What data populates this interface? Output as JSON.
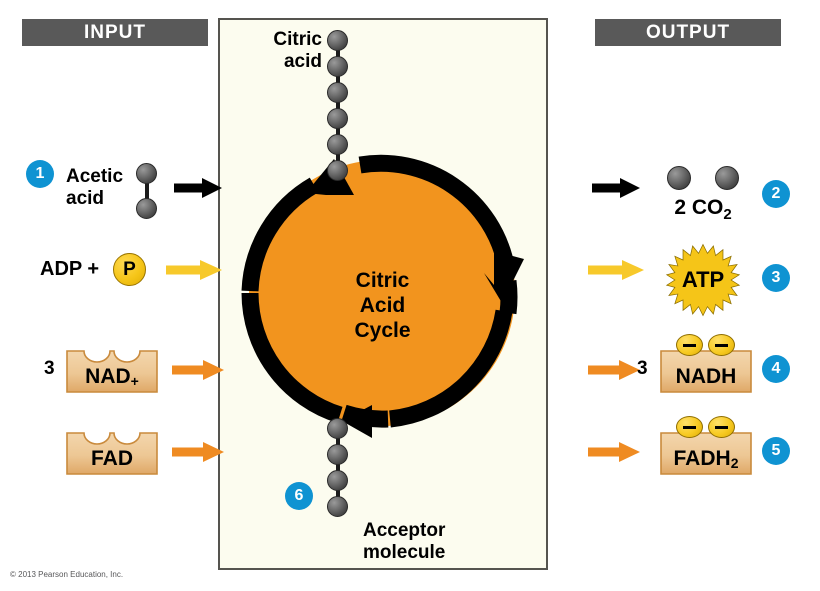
{
  "figure": {
    "center_panel_label": "Citric\nAcid\nCycle",
    "copyright": "© 2013 Pearson Education, Inc."
  },
  "headers": {
    "input": "INPUT",
    "output": "OUTPUT"
  },
  "colors": {
    "header_bar": "#595959",
    "cycle_orange": "#f2941e",
    "badge_blue": "#0f93d2",
    "panel_background": "#fcfcef",
    "panel_border": "#55544f",
    "yellow_arrow": "#f7c92b",
    "orange_arrow": "#ef8b22",
    "black_arrow": "#000000",
    "carrier_tan": "#e7bd82"
  },
  "badges": {
    "b1": "1",
    "b2": "2",
    "b3": "3",
    "b4": "4",
    "b5": "5",
    "b6": "6"
  },
  "molecules": {
    "citric_acid": {
      "label": "Citric\nacid",
      "sphere_count": 6
    },
    "acceptor": {
      "label": "Acceptor\nmolecule",
      "sphere_count": 4
    },
    "acetic_acid": {
      "label": "Acetic\nacid",
      "sphere_count": 2
    },
    "co2": {
      "label": "2 CO",
      "subscript": "2",
      "sphere_count": 2
    }
  },
  "input_rows": [
    {
      "name": "acetic-acid",
      "coefficient": "",
      "label": "Acetic\nacid",
      "arrow_color": "black"
    },
    {
      "name": "adp-phosphate",
      "coefficient": "",
      "label": "ADP +",
      "phosphate_symbol": "P",
      "arrow_color": "yellow"
    },
    {
      "name": "nad-plus",
      "coefficient": "3",
      "label": "NAD",
      "superscript": "+",
      "arrow_color": "orange"
    },
    {
      "name": "fad",
      "coefficient": "",
      "label": "FAD",
      "superscript": "",
      "arrow_color": "orange"
    }
  ],
  "output_rows": [
    {
      "name": "carbon-dioxide",
      "coefficient": "",
      "label": "2 CO",
      "subscript": "2",
      "arrow_color": "black",
      "badge": "2"
    },
    {
      "name": "atp",
      "coefficient": "",
      "label": "ATP",
      "arrow_color": "yellow",
      "badge": "3"
    },
    {
      "name": "nadh",
      "coefficient": "3",
      "label": "NADH",
      "arrow_color": "orange",
      "badge": "4",
      "electrons": 2
    },
    {
      "name": "fadh2",
      "coefficient": "",
      "label": "FADH",
      "subscript": "2",
      "arrow_color": "orange",
      "badge": "5",
      "electrons": 2
    }
  ]
}
